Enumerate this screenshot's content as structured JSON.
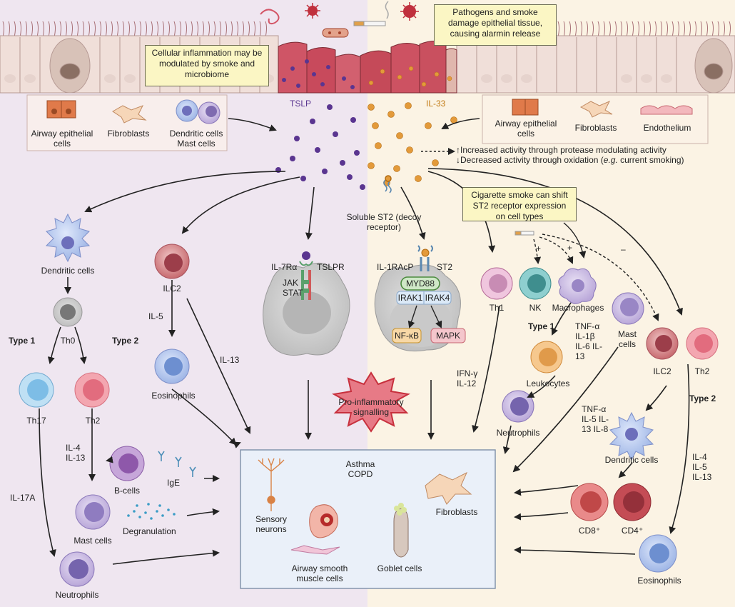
{
  "notes": {
    "pathogens": "Pathogens and smoke damage epithelial tissue, causing alarmin release",
    "inflammation": "Cellular inflammation may be modulated by smoke and microbiome",
    "cigarette": "Cigarette smoke can shift ST2 receptor expression on cell types"
  },
  "alarmins": {
    "tslp": "TSLP",
    "il33": "IL-33"
  },
  "sources_left": {
    "airway": "Airway epithelial cells",
    "fibroblasts": "Fibroblasts",
    "dendritic_mast": "Dendritic cells Mast cells"
  },
  "sources_right": {
    "airway": "Airway epithelial cells",
    "fibroblasts": "Fibroblasts",
    "endothelium": "Endothelium"
  },
  "il33_activity": {
    "increased": "↑Increased activity through protease modulating activity",
    "decreased_prefix": "↓Decreased activity through oxidation (",
    "decreased_eg": "e.g.",
    "decreased_suffix": " current smoking)"
  },
  "soluble_st2": "Soluble ST2 (decoy receptor)",
  "receptors": {
    "il7ra": "IL-7Rα",
    "tslpr": "TSLPR",
    "jak": "JAK",
    "stat": "STAT",
    "il1racp": "IL-1RAcP",
    "st2": "ST2",
    "myd88": "MYD88",
    "irak1": "IRAK1",
    "irak4": "IRAK4",
    "nfkb": "NF-κB",
    "mapk": "MAPK"
  },
  "center": {
    "signalling": "Pro-inflammatory signalling",
    "disease": "Asthma COPD"
  },
  "left_cells": {
    "dendritic": "Dendritic cells",
    "th0": "Th0",
    "type1": "Type 1",
    "type2": "Type 2",
    "th17": "Th17",
    "th2": "Th2",
    "il17a": "IL-17A",
    "il4_il13": "IL-4 IL-13",
    "mast": "Mast cells",
    "neutrophils": "Neutrophils",
    "bcells": "B-cells",
    "ige": "IgE",
    "degranulation": "Degranulation",
    "ilc2": "ILC2",
    "il5": "IL-5",
    "eosinophils": "Eosinophils",
    "il13": "IL-13"
  },
  "target_box": {
    "sensory": "Sensory neurons",
    "airway_smooth": "Airway smooth muscle cells",
    "goblet": "Goblet cells",
    "fibroblasts": "Fibroblasts"
  },
  "right_cells": {
    "th1": "Th1",
    "nk": "NK",
    "macrophages": "Macrophages",
    "mast": "Mast cells",
    "ilc2": "ILC2",
    "th2": "Th2",
    "type1": "Type 1",
    "type2": "Type 2",
    "plus1": "+",
    "plus2": "+",
    "minus": "–",
    "cyto_macro": "TNF-α IL-1β IL-6 IL-13",
    "leukocytes": "Leukocytes",
    "ifng": "IFN-γ IL-12",
    "neutrophils": "Neutrophils",
    "cyto_mast": "TNF-α IL-5 IL-13 IL-8",
    "dendritic": "Dendritic cells",
    "cd8": "CD8⁺",
    "cd4": "CD4⁺",
    "il4_5_13": "IL-4 IL-5 IL-13",
    "eosinophils": "Eosinophils"
  }
}
